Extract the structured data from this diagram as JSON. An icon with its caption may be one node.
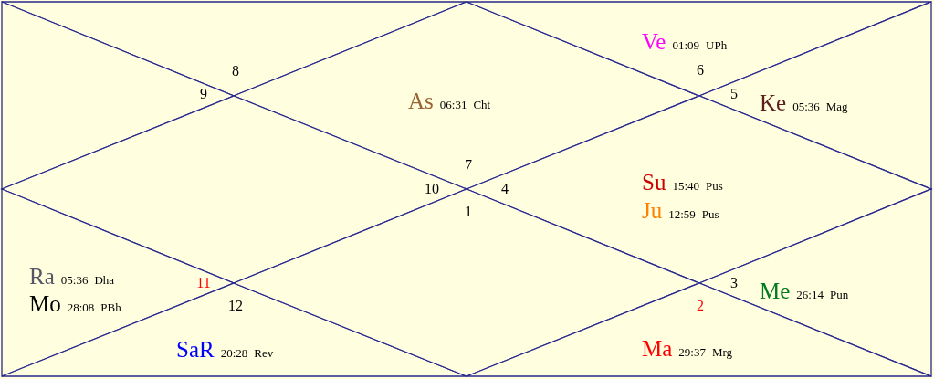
{
  "diagram": {
    "nodes": [
      {
        "text": [
          "8"
        ]
      },
      {
        "text": [
          "As",
          "06:31",
          "Cht",
          "7"
        ]
      },
      {
        "text": [
          "Ve",
          "01:09",
          "UPh",
          "6"
        ]
      },
      {
        "text": [
          "9"
        ]
      },
      {
        "text": [
          "5",
          "Ke",
          "05:36",
          "Mag"
        ]
      },
      {
        "text": [
          "10"
        ]
      },
      {
        "text": [
          "4",
          "Su",
          "15:40",
          "Pus",
          "Ju",
          "12:59",
          "Pus"
        ]
      },
      {
        "text": [
          "Ra",
          "05:36",
          "Dha",
          "11",
          "Mo",
          "28:08",
          "PBh"
        ]
      },
      {
        "text": [
          "3",
          "Me",
          "26:14",
          "Pun"
        ]
      },
      {
        "text": [
          "12",
          "SaR",
          "20:28",
          "Rev"
        ]
      },
      {
        "text": [
          "1"
        ]
      },
      {
        "text": [
          "2",
          "Ma",
          "29:37",
          "Mrg"
        ]
      }
    ]
  }
}
